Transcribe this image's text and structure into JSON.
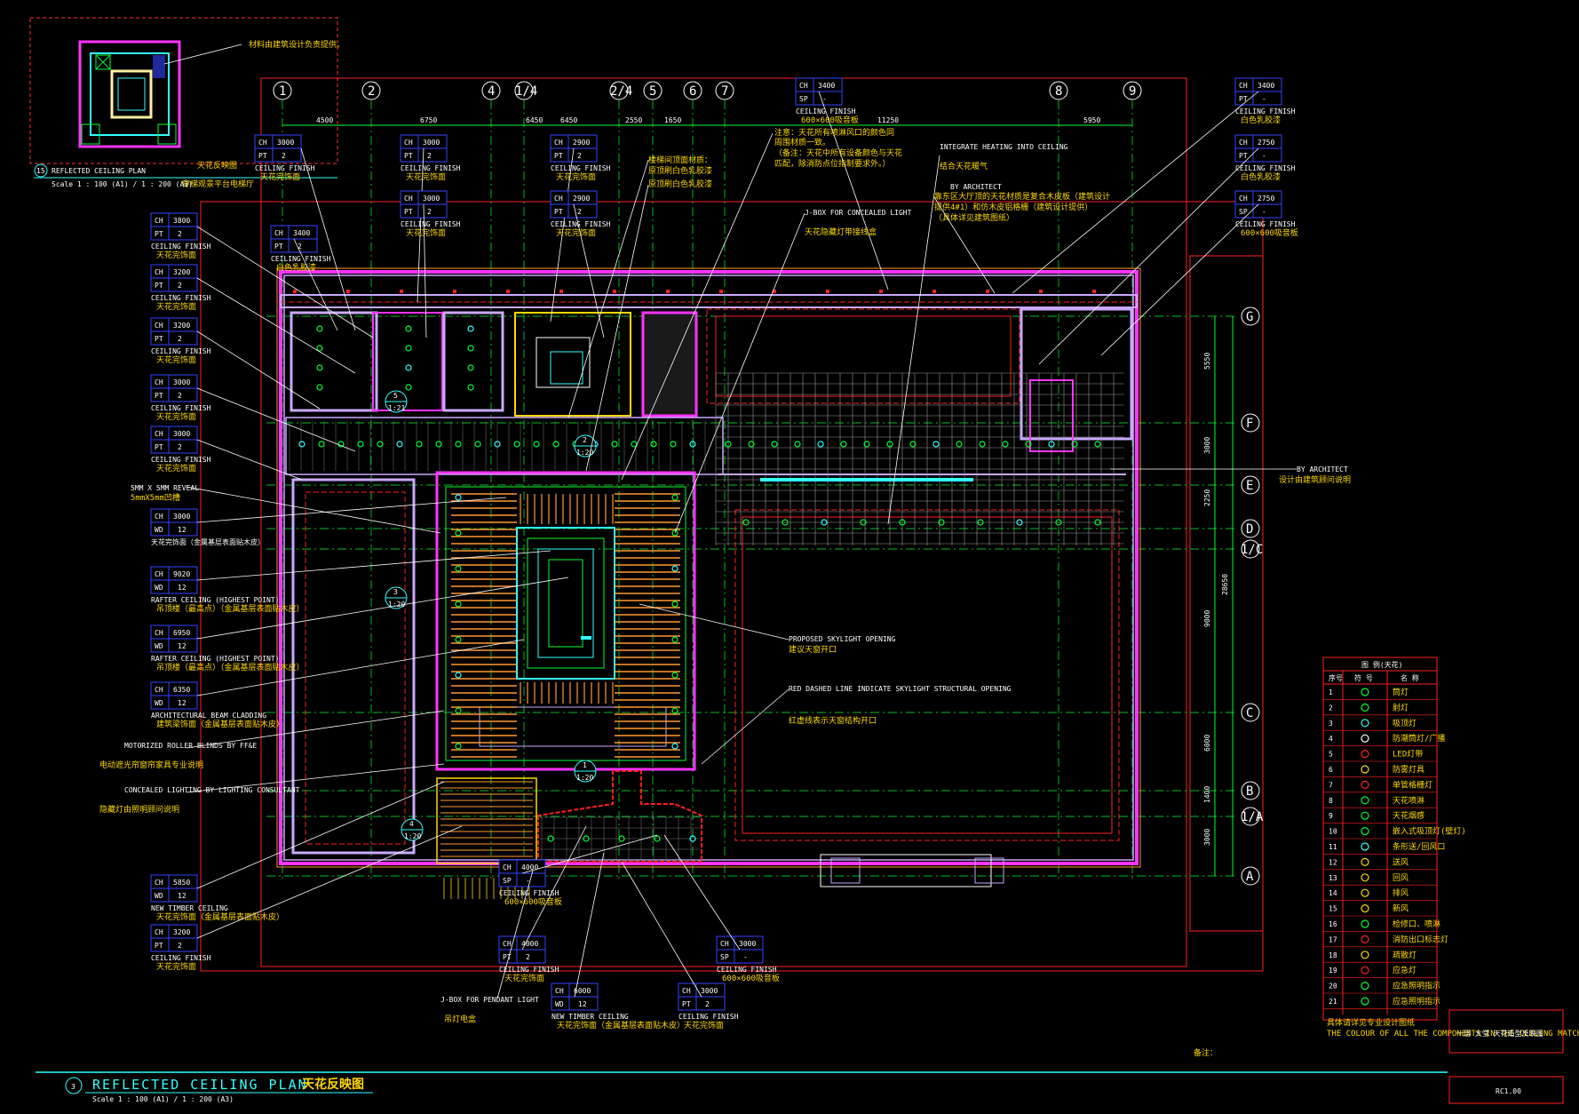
{
  "title_block": {
    "main_title": "REFLECTED CEILING PLAN",
    "main_title_cn": "天花反映图",
    "main_scale": "Scale 1 : 100 (A1) / 1 : 200 (A3)",
    "main_number": "3",
    "inset_title": "REFLECTED CEILING PLAN",
    "inset_title_cn": "天花反映图",
    "inset_scale": "Scale 1 : 100 (A1) / 1 : 200 (A3)",
    "inset_subtitle": "穿梯观景平台电梯厅",
    "inset_number": "15",
    "inset_note": "材料由建筑设计负责提供。",
    "sheet_title": "一层 大堂 天花造型反映图",
    "sheet_number": "RC1.00"
  },
  "grid_columns": [
    "1",
    "2",
    "4",
    "1/4",
    "2/4",
    "5",
    "6",
    "7",
    "8",
    "9"
  ],
  "grid_rows": [
    "G",
    "F",
    "E",
    "D",
    "1/C",
    "C",
    "B",
    "1/A",
    "A"
  ],
  "dimensions_top": [
    "4500",
    "6750",
    "6450",
    "6450",
    "2550",
    "1650",
    "11250",
    "5950"
  ],
  "dimensions_right": [
    "5550",
    "3000",
    "2250",
    "9000",
    "6000",
    "1400",
    "3000",
    "28650"
  ],
  "tags": [
    {
      "r1": "CH",
      "v1": "3000",
      "r2": "PT",
      "v2": "2",
      "note": "CEILING FINISH",
      "note_cn": "天花完饰面"
    },
    {
      "r1": "CH",
      "v1": "3000",
      "r2": "PT",
      "v2": "2",
      "note": "CEILING FINISH",
      "note_cn": "天花完饰面"
    },
    {
      "r1": "CH",
      "v1": "2900",
      "r2": "PT",
      "v2": "2",
      "note": "CEILING FINISH",
      "note_cn": "天花完饰面"
    },
    {
      "r1": "CH",
      "v1": "3400",
      "r2": "SP",
      "v2": "-",
      "note": "CEILING FINISH",
      "note_cn": "600×600吸音板"
    },
    {
      "r1": "CH",
      "v1": "3400",
      "r2": "PT",
      "v2": "-",
      "note": "CEILING FINISH",
      "note_cn": "白色乳胶漆"
    },
    {
      "r1": "CH",
      "v1": "3000",
      "r2": "PT",
      "v2": "2",
      "note": "CEILING FINISH",
      "note_cn": "天花完饰面"
    },
    {
      "r1": "CH",
      "v1": "2900",
      "r2": "PT",
      "v2": "2",
      "note": "CEILING FINISH",
      "note_cn": "天花完饰面"
    },
    {
      "r1": "CH",
      "v1": "2750",
      "r2": "PT",
      "v2": "-",
      "note": "CEILING FINISH",
      "note_cn": "白色乳胶漆"
    },
    {
      "r1": "CH",
      "v1": "3800",
      "r2": "PT",
      "v2": "2",
      "note": "CEILING FINISH",
      "note_cn": "天花完饰面"
    },
    {
      "r1": "CH",
      "v1": "3400",
      "r2": "PT",
      "v2": "2",
      "note": "CEILING FINISH",
      "note_cn": "白色乳胶漆"
    },
    {
      "r1": "CH",
      "v1": "3200",
      "r2": "PT",
      "v2": "2",
      "note": "CEILING FINISH",
      "note_cn": "天花完饰面"
    },
    {
      "r1": "CH",
      "v1": "2750",
      "r2": "SP",
      "v2": "-",
      "note": "CEILING FINISH",
      "note_cn": "600×600吸音板"
    },
    {
      "r1": "CH",
      "v1": "3200",
      "r2": "PT",
      "v2": "2",
      "note": "CEILING FINISH",
      "note_cn": "天花完饰面"
    },
    {
      "r1": "CH",
      "v1": "3000",
      "r2": "PT",
      "v2": "2",
      "note": "CEILING FINISH",
      "note_cn": "天花完饰面"
    },
    {
      "r1": "CH",
      "v1": "3000",
      "r2": "PT",
      "v2": "2",
      "note": "CEILING FINISH",
      "note_cn": "天花完饰面"
    },
    {
      "r1": "CH",
      "v1": "3000",
      "r2": "WD",
      "v2": "12",
      "note": "天花完饰面（金属基层表面贴木皮）",
      "note_cn": ""
    },
    {
      "r1": "CH",
      "v1": "9020",
      "r2": "WD",
      "v2": "12",
      "note": "RAFTER CEILING (HIGHEST POINT)",
      "note_cn": "吊顶楼（最高点）（金属基层表面贴木皮）"
    },
    {
      "r1": "CH",
      "v1": "6950",
      "r2": "WD",
      "v2": "12",
      "note": "RAFTER CEILING (HIGHEST POINT)",
      "note_cn": "吊顶楼（最高点）（金属基层表面贴木皮）"
    },
    {
      "r1": "CH",
      "v1": "6350",
      "r2": "WD",
      "v2": "12",
      "note": "ARCHITECTURAL BEAM CLADDING",
      "note_cn": "建筑梁饰面（金属基层表面贴木皮）"
    },
    {
      "r1": "CH",
      "v1": "5850",
      "r2": "WD",
      "v2": "12",
      "note": "NEW TIMBER CEILING",
      "note_cn": "天花完饰面（金属基层表面贴木皮）"
    },
    {
      "r1": "CH",
      "v1": "3200",
      "r2": "PT",
      "v2": "2",
      "note": "CEILING FINISH",
      "note_cn": "天花完饰面"
    },
    {
      "r1": "CH",
      "v1": "4000",
      "r2": "PT",
      "v2": "2",
      "note": "CEILING FINISH",
      "note_cn": "天花完饰面"
    },
    {
      "r1": "CH",
      "v1": "3000",
      "r2": "SP",
      "v2": "-",
      "note": "CEILING FINISH",
      "note_cn": "600×600吸音板"
    },
    {
      "r1": "CH",
      "v1": "6000",
      "r2": "WD",
      "v2": "12",
      "note": "NEW TIMBER CEILING",
      "note_cn": "天花完饰面（金属基层表面贴木皮）"
    },
    {
      "r1": "CH",
      "v1": "3000",
      "r2": "PT",
      "v2": "2",
      "note": "CEILING FINISH",
      "note_cn": "天花完饰面"
    },
    {
      "r1": "CH",
      "v1": "4000",
      "r2": "SP",
      "v2": "-",
      "note": "CEILING FINISH",
      "note_cn": "600×600吸音板"
    }
  ],
  "annotations": [
    "注意：天花所有喷淋风口的颜色同",
    "周围材质一致。",
    "（备注：天花中所有设备颜色与天花",
    "匹配，除消防点位指制要求外。）",
    "楼梯间顶面材质：",
    "原顶刷白色乳胶漆",
    "原顶刷白色乳胶漆",
    "J-BOX FOR CONCEALED LIGHT",
    "天花隐藏灯带接线盒",
    "INTEGRATE HEATING INTO CEILING",
    "结合天花暖气",
    "BY ARCHITECT",
    "靠东区大厅顶的天花材质是复合木皮板（建筑设计",
    "提供4#1）和仿木皮铝格栅（建筑设计提供）",
    "（具体详见建筑图纸）",
    "5MM X 5MM REVEAL",
    "5mmX5mm凹槽",
    "PROPOSED SKYLIGHT OPENING",
    "建议天窗开口",
    "RED DASHED LINE INDICATE SKYLIGHT STRUCTURAL OPENING",
    "红虚线表示天窗结构开口",
    "MOTORIZED ROLLER BLINDS BY FF&E",
    "电动遮光帘窗帘家具专业说明",
    "CONCEALED LIGHTING BY LIGHTING CONSULTANT",
    "隐藏灯由照明顾问说明",
    "BY ARCHITECT",
    "设计由建筑顾问说明",
    "J-BOX FOR PENDANT LIGHT",
    "吊灯电盒"
  ],
  "legend": {
    "title": "图 例(天花)",
    "col1": "序号",
    "col2": "符 号",
    "col3": "名 称",
    "rows": [
      {
        "n": "1",
        "name": "筒灯"
      },
      {
        "n": "2",
        "name": "射灯"
      },
      {
        "n": "3",
        "name": "吸顶灯"
      },
      {
        "n": "4",
        "name": "防潮筒灯/广播"
      },
      {
        "n": "5",
        "name": "LED灯带"
      },
      {
        "n": "6",
        "name": "防雾灯具"
      },
      {
        "n": "7",
        "name": "单管格栅灯"
      },
      {
        "n": "8",
        "name": "天花喷淋"
      },
      {
        "n": "9",
        "name": "天花烟感"
      },
      {
        "n": "10",
        "name": "嵌入式吸顶灯(壁灯)"
      },
      {
        "n": "11",
        "name": "条形送/回风口"
      },
      {
        "n": "12",
        "name": "送风"
      },
      {
        "n": "13",
        "name": "回风"
      },
      {
        "n": "14",
        "name": "排风"
      },
      {
        "n": "15",
        "name": "新风"
      },
      {
        "n": "16",
        "name": "检修口、喷淋"
      },
      {
        "n": "17",
        "name": "消防出口标志灯"
      },
      {
        "n": "18",
        "name": "疏散灯"
      },
      {
        "n": "19",
        "name": "应急灯"
      },
      {
        "n": "20",
        "name": "应急照明指示"
      },
      {
        "n": "21",
        "name": "应急照明指示"
      }
    ],
    "footer": "具体请详见专业设计图纸",
    "footer_en": "THE COLOUR OF ALL THE COMPONENTS IN THE CEILING MATCHES THE CEILING, EXCEPT FOR THE MANDATORY FIRE SPECS",
    "note_label": "备注："
  },
  "colors": {
    "red": "#ff2020",
    "yellow": "#ffd800",
    "cyan": "#33ffff",
    "green": "#00ff30",
    "magenta": "#ff33ff",
    "blue": "#3344ff",
    "white": "#ffffff",
    "lavender": "#c9a9ff",
    "orange": "#ff9933"
  }
}
